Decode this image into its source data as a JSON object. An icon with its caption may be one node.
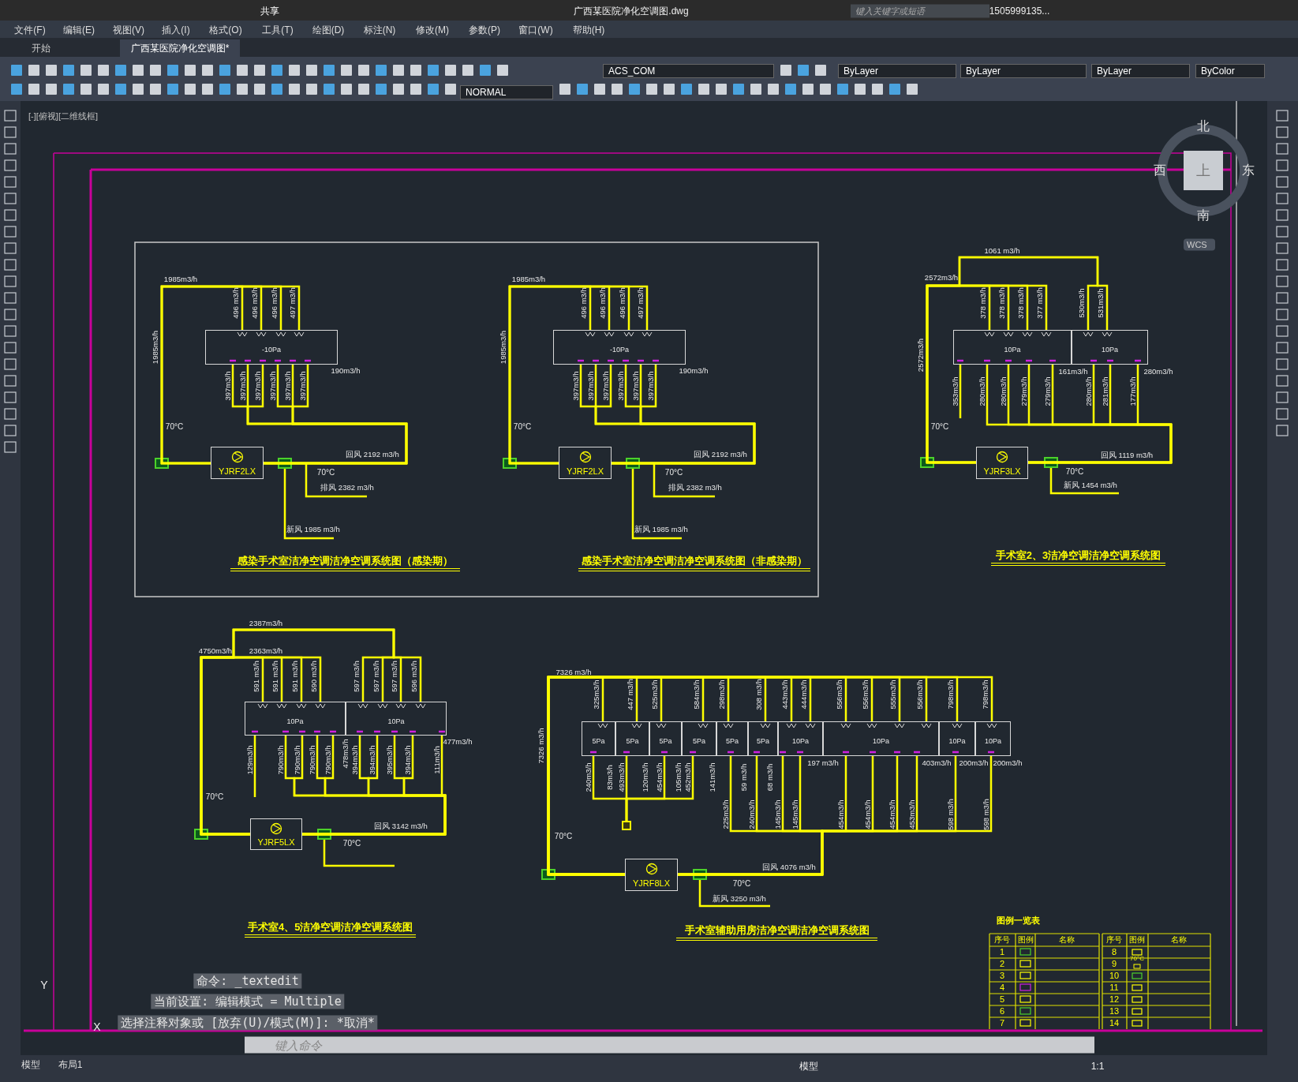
{
  "diagram": {
    "nodes": [
      {
        "text": [
          "-10Pa"
        ]
      },
      {
        "text": [
          "YJRF2LX"
        ]
      },
      {
        "text": [
          "-10Pa"
        ]
      },
      {
        "text": [
          "YJRF2LX"
        ]
      },
      {
        "text": [
          "10Pa"
        ]
      },
      {
        "text": [
          "10Pa"
        ]
      },
      {
        "text": [
          "YJRF3LX"
        ]
      },
      {
        "text": [
          "10Pa"
        ]
      },
      {
        "text": [
          "10Pa"
        ]
      },
      {
        "text": [
          "YJRF5LX"
        ]
      },
      {
        "text": [
          "5Pa"
        ]
      },
      {
        "text": [
          "5Pa"
        ]
      },
      {
        "text": [
          "5Pa"
        ]
      },
      {
        "text": [
          "5Pa"
        ]
      },
      {
        "text": [
          "5Pa"
        ]
      },
      {
        "text": [
          "5Pa"
        ]
      },
      {
        "text": [
          "10Pa"
        ]
      },
      {
        "text": [
          "10Pa"
        ]
      },
      {
        "text": [
          "10Pa"
        ]
      },
      {
        "text": [
          "10Pa"
        ]
      },
      {
        "text": [
          "YJRF8LX"
        ]
      },
      {
        "text": [],
        "shape": "box"
      }
    ],
    "edges": [
      {
        "from": 1,
        "to": 0,
        "arrow": "none"
      },
      {
        "from": 0,
        "to": 1,
        "arrow": "none"
      },
      {
        "from": 3,
        "to": 2,
        "arrow": "none"
      },
      {
        "from": 2,
        "to": 3,
        "arrow": "none"
      },
      {
        "from": 6,
        "to": 4,
        "arrow": "none"
      },
      {
        "from": 6,
        "to": 5,
        "arrow": "none"
      },
      {
        "from": 4,
        "to": 6,
        "arrow": "none"
      },
      {
        "from": 5,
        "to": 6,
        "arrow": "none"
      },
      {
        "from": 9,
        "to": 7,
        "arrow": "none"
      },
      {
        "from": 9,
        "to": 8,
        "arrow": "none"
      },
      {
        "from": 7,
        "to": 9,
        "arrow": "none"
      },
      {
        "from": 8,
        "to": 9,
        "arrow": "none"
      },
      {
        "from": 20,
        "to": 10,
        "arrow": "none"
      },
      {
        "from": 20,
        "to": 11,
        "arrow": "none"
      },
      {
        "from": 20,
        "to": 12,
        "arrow": "none"
      },
      {
        "from": 20,
        "to": 13,
        "arrow": "none"
      },
      {
        "from": 20,
        "to": 14,
        "arrow": "none"
      },
      {
        "from": 20,
        "to": 15,
        "arrow": "none"
      },
      {
        "from": 20,
        "to": 16,
        "arrow": "none"
      },
      {
        "from": 20,
        "to": 17,
        "arrow": "none"
      },
      {
        "from": 20,
        "to": 18,
        "arrow": "none"
      },
      {
        "from": 20,
        "to": 19,
        "arrow": "none"
      },
      {
        "from": 14,
        "to": 20,
        "arrow": "none"
      },
      {
        "from": 15,
        "to": 20,
        "arrow": "none"
      },
      {
        "from": 16,
        "to": 20,
        "arrow": "none"
      },
      {
        "from": 17,
        "to": 20,
        "arrow": "none"
      },
      {
        "from": 18,
        "to": 20,
        "arrow": "none"
      },
      {
        "from": 19,
        "to": 20,
        "arrow": "none"
      },
      {
        "from": 10,
        "to": 21,
        "arrow": "none"
      },
      {
        "from": 11,
        "to": 21,
        "arrow": "none"
      },
      {
        "from": 12,
        "to": 21,
        "arrow": "none"
      },
      {
        "from": 13,
        "to": 21,
        "arrow": "none"
      },
      {
        "from": 1,
        "to": 0,
        "arrow": "none"
      },
      {
        "from": 1,
        "to": 0,
        "arrow": "none"
      },
      {
        "from": 1,
        "to": 0,
        "arrow": "none"
      },
      {
        "from": 0,
        "to": 1,
        "arrow": "none"
      },
      {
        "from": 0,
        "to": 1,
        "arrow": "none"
      },
      {
        "from": 0,
        "to": 1,
        "arrow": "none"
      },
      {
        "from": 0,
        "to": 1,
        "arrow": "none"
      },
      {
        "from": 0,
        "to": 1,
        "arrow": "none"
      },
      {
        "from": 3,
        "to": 2,
        "arrow": "none"
      },
      {
        "from": 3,
        "to": 2,
        "arrow": "none"
      },
      {
        "from": 3,
        "to": 2,
        "arrow": "none"
      },
      {
        "from": 2,
        "to": 3,
        "arrow": "none"
      },
      {
        "from": 2,
        "to": 3,
        "arrow": "none"
      },
      {
        "from": 2,
        "to": 3,
        "arrow": "none"
      },
      {
        "from": 2,
        "to": 3,
        "arrow": "none"
      },
      {
        "from": 2,
        "to": 3,
        "arrow": "none"
      },
      {
        "from": 6,
        "to": 4,
        "arrow": "none"
      },
      {
        "from": 6,
        "to": 4,
        "arrow": "none"
      },
      {
        "from": 6,
        "to": 4,
        "arrow": "none"
      },
      {
        "from": 6,
        "to": 5,
        "arrow": "none"
      },
      {
        "from": 4,
        "to": 6,
        "arrow": "none"
      },
      {
        "from": 4,
        "to": 6,
        "arrow": "none"
      },
      {
        "from": 4,
        "to": 6,
        "arrow": "none"
      },
      {
        "from": 5,
        "to": 6,
        "arrow": "none"
      },
      {
        "from": 5,
        "to": 6,
        "arrow": "none"
      },
      {
        "from": 9,
        "to": 7,
        "arrow": "none"
      },
      {
        "from": 9,
        "to": 7,
        "arrow": "none"
      },
      {
        "from": 9,
        "to": 7,
        "arrow": "none"
      },
      {
        "from": 9,
        "to": 8,
        "arrow": "none"
      },
      {
        "from": 9,
        "to": 8,
        "arrow": "none"
      },
      {
        "from": 9,
        "to": 8,
        "arrow": "none"
      },
      {
        "from": 7,
        "to": 9,
        "arrow": "none"
      },
      {
        "from": 7,
        "to": 9,
        "arrow": "none"
      },
      {
        "from": 7,
        "to": 9,
        "arrow": "none"
      },
      {
        "from": 8,
        "to": 9,
        "arrow": "none"
      },
      {
        "from": 8,
        "to": 9,
        "arrow": "none"
      },
      {
        "from": 8,
        "to": 9,
        "arrow": "none"
      },
      {
        "from": 8,
        "to": 9,
        "arrow": "none"
      },
      {
        "from": 20,
        "to": 16,
        "arrow": "none"
      },
      {
        "from": 20,
        "to": 17,
        "arrow": "none"
      },
      {
        "from": 20,
        "to": 17,
        "arrow": "none"
      },
      {
        "from": 20,
        "to": 17,
        "arrow": "none"
      },
      {
        "from": 16,
        "to": 20,
        "arrow": "none"
      },
      {
        "from": 17,
        "to": 20,
        "arrow": "none"
      },
      {
        "from": 17,
        "to": 20,
        "arrow": "none"
      },
      {
        "from": 17,
        "to": 20,
        "arrow": "none"
      }
    ],
    "labels": [
      "共享",
      "广西某医院净化空调图.dwg",
      "键入关键字或短语",
      "1505999135...",
      "文件(F)",
      "编辑(E)",
      "视图(V)",
      "插入(I)",
      "格式(O)",
      "工具(T)",
      "绘图(D)",
      "标注(N)",
      "修改(M)",
      "参数(P)",
      "窗口(W)",
      "帮助(H)",
      "开始",
      "广西某医院净化空调图*",
      "ACS_COM",
      "ByLayer",
      "ByLayer",
      "ByLayer",
      "ByColor",
      "NORMAL",
      "[-][俯视][二维线框]",
      "北",
      "西",
      "上",
      "东",
      "南",
      "WCS",
      "1985m3/h",
      "1985m3/h",
      "496 m3/h",
      "496 m3/h",
      "496 m3/h",
      "497 m3/h",
      "190m3/h",
      "397m3/h",
      "397m3/h",
      "397m3/h",
      "397m3/h",
      "397m3/h",
      "397m3/h",
      "70°C",
      "回风 2192 m3/h",
      "70°C",
      "排风 2382 m3/h",
      "新风 1985 m3/h",
      "感染手术室洁净空调洁净空调系统图（感染期）",
      "1985m3/h",
      "1985m3/h",
      "496 m3/h",
      "496 m3/h",
      "496 m3/h",
      "497 m3/h",
      "190m3/h",
      "397m3/h",
      "397m3/h",
      "397m3/h",
      "397m3/h",
      "397m3/h",
      "397m3/h",
      "70°C",
      "回风 2192 m3/h",
      "70°C",
      "排风 2382 m3/h",
      "新风 1985 m3/h",
      "感染手术室洁净空调洁净空调系统图（非感染期）",
      "1061 m3/h",
      "2572m3/h",
      "2572m3/h",
      "378 m3/h",
      "378 m3/h",
      "378 m3/h",
      "377 m3/h",
      "530m3/h",
      "531m3/h",
      "161m3/h",
      "280m3/h",
      "353m3/h",
      "280m3/h",
      "280m3/h",
      "279m3/h",
      "279m3/h",
      "280m3/h",
      "281m3/h",
      "177m3/h",
      "70°C",
      "回风 1119 m3/h",
      "70°C",
      "新风 1454 m3/h",
      "手术室2、3洁净空调洁净空调系统图",
      "2387m3/h",
      "4750m3/h",
      "2363m3/h",
      "591 m3/h",
      "591 m3/h",
      "591 m3/h",
      "590 m3/h",
      "597 m3/h",
      "597 m3/h",
      "597 m3/h",
      "596 m3/h",
      "478m3/h",
      "477m3/h",
      "129m3/h",
      "790m3/h",
      "790m3/h",
      "790m3/h",
      "790m3/h",
      "394m3/h",
      "394m3/h",
      "395m3/h",
      "394m3/h",
      "111m3/h",
      "70°C",
      "回风 3142 m3/h",
      "70°C",
      "手术室4、5洁净空调洁净空调系统图",
      "7326 m3/h",
      "7326 m3/h",
      "325m3/h",
      "447 m3/h",
      "525m3/h",
      "584m3/h",
      "298m3/h",
      "308 m3/h",
      "443m3/h",
      "444m3/h",
      "556m3/h",
      "556m3/h",
      "555m3/h",
      "556m3/h",
      "798m3/h",
      "798m3/h",
      "240m3/h",
      "83m3/h",
      "493m3/h",
      "120m3/h",
      "454m3/h",
      "105m3/h",
      "452m3/h",
      "141m3/h",
      "59 m3/h",
      "68 m3/h",
      "197 m3/h",
      "403m3/h",
      "200m3/h",
      "200m3/h",
      "225m3/h",
      "240m3/h",
      "145m3/h",
      "145m3/h",
      "454m3/h",
      "454m3/h",
      "454m3/h",
      "453m3/h",
      "598 m3/h",
      "598 m3/h",
      "70°C",
      "回风 4076 m3/h",
      "70°C",
      "新风 3250 m3/h",
      "手术室辅助用房洁净空调洁净空调系统图",
      "图例一览表",
      "序号",
      "图例",
      "名称",
      "序号",
      "图例",
      "名称",
      "1",
      "8",
      "2",
      "9",
      "70°C",
      "3",
      "10",
      "4",
      "11",
      "5",
      "12",
      "6",
      "13",
      "7",
      "14",
      "命令: _textedit",
      "当前设置: 编辑模式 = Multiple",
      "选择注释对象或 [放弃(U)/模式(M)]: *取消*",
      "键入命令",
      "Y",
      "X",
      "模型",
      "布局1",
      "模型",
      "1:1"
    ]
  }
}
